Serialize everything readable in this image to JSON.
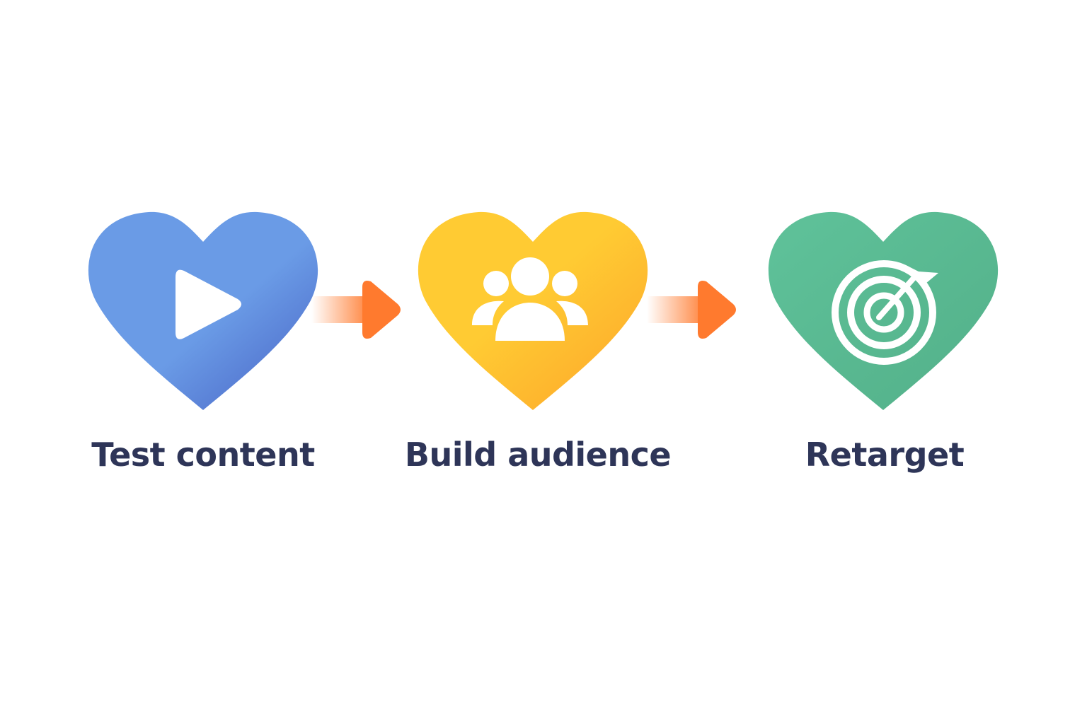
{
  "colors": {
    "label": "#2e3558",
    "arrow_end": "#ff7a2e",
    "icon": "#ffffff"
  },
  "steps": [
    {
      "label": "Test content",
      "icon": "play-icon",
      "color_light": "#6a9be6",
      "color_dark": "#4761c4"
    },
    {
      "label": "Build audience",
      "icon": "people-icon",
      "color_light": "#ffcb33",
      "color_dark": "#fda42a"
    },
    {
      "label": "Retarget",
      "icon": "target-icon",
      "color_light": "#5fc29a",
      "color_dark": "#53b089"
    }
  ]
}
